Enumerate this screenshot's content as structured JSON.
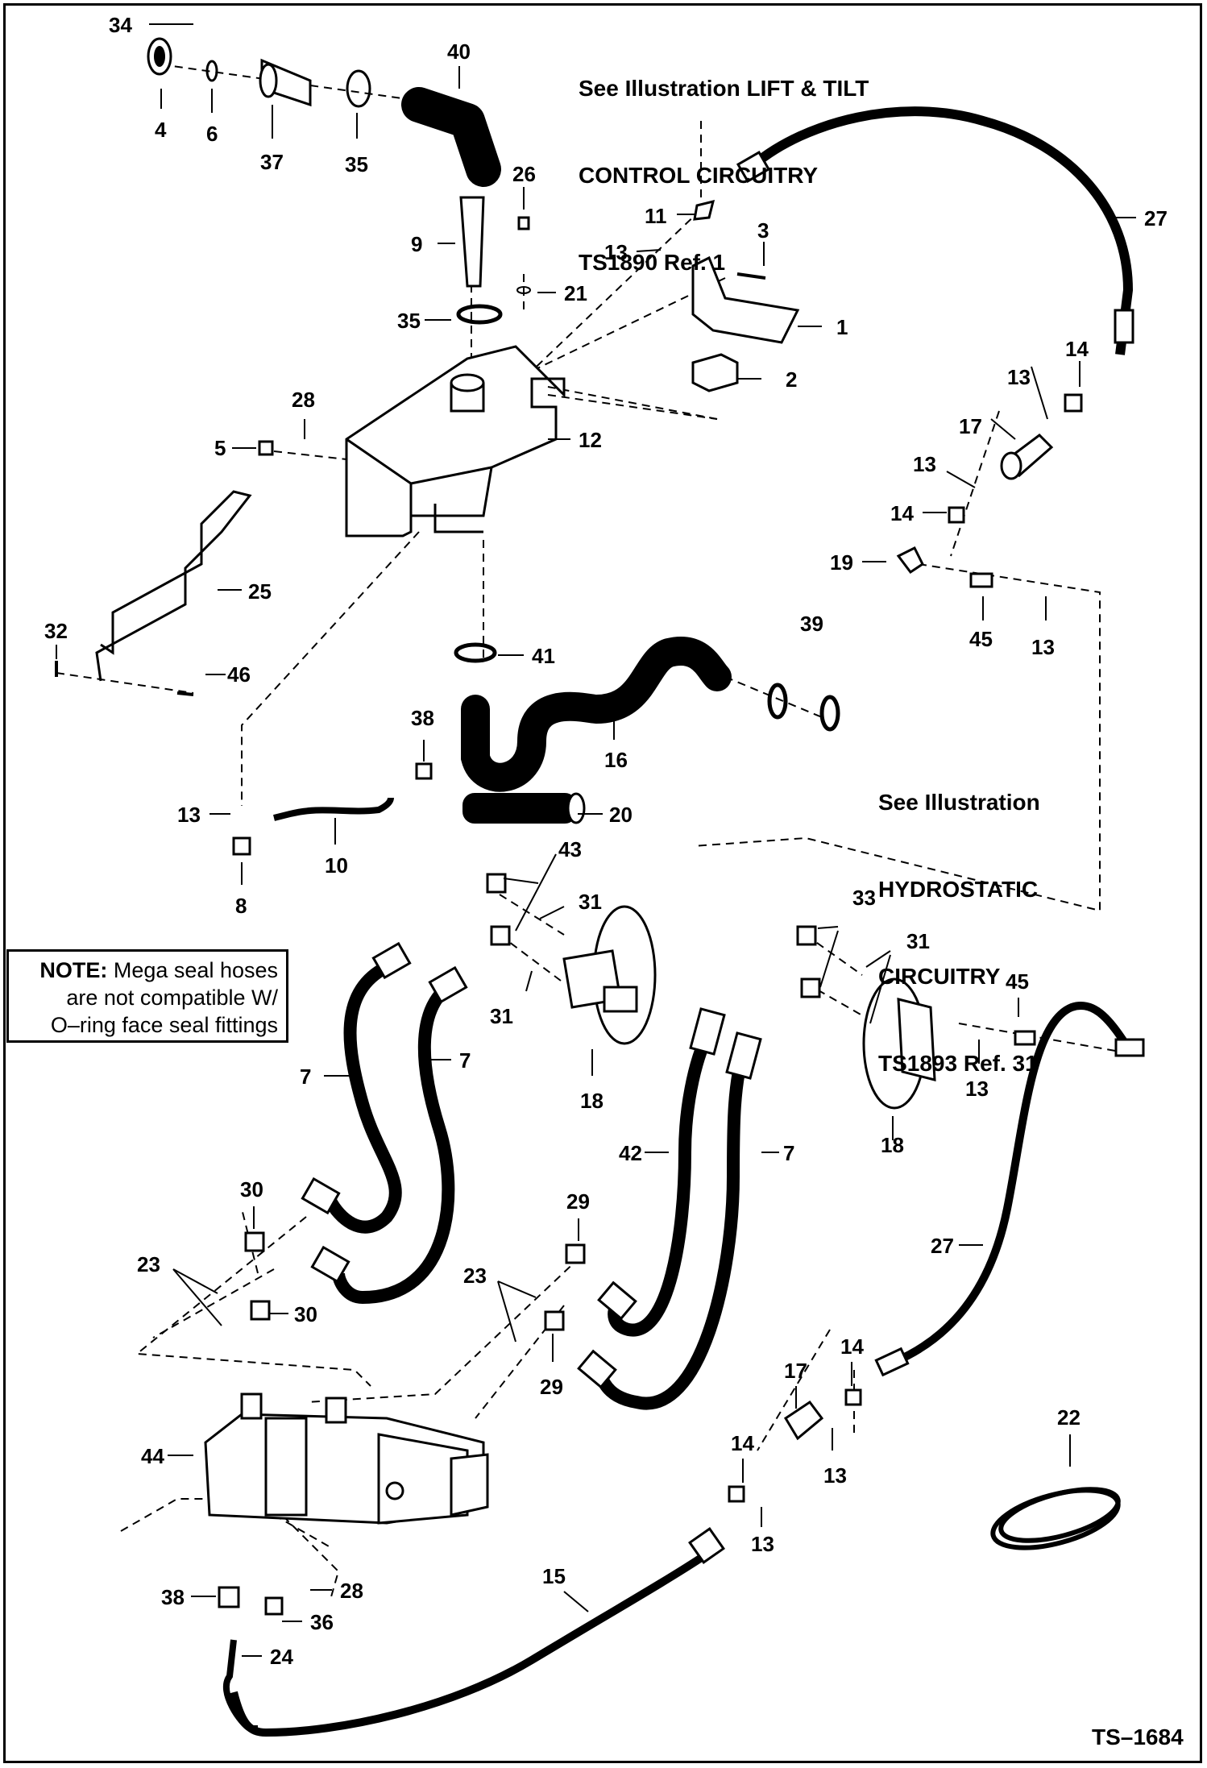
{
  "references": {
    "lift_tilt": [
      "See Illustration LIFT & TILT",
      "CONTROL CIRCUITRY",
      "TS1890 Ref. 1"
    ],
    "hydrostatic": [
      "See Illustration",
      "HYDROSTATIC",
      "CIRCUITRY",
      "TS1893 Ref. 31"
    ]
  },
  "note": {
    "prefix": "NOTE:",
    "line1": "Mega seal hoses",
    "line2": "are not compatible W/",
    "line3": "O–ring face seal fittings"
  },
  "drawing_number": "TS–1684",
  "callouts": {
    "c34": "34",
    "c4": "4",
    "c6": "6",
    "c37": "37",
    "c35a": "35",
    "c40": "40",
    "c26": "26",
    "c9": "9",
    "c21": "21",
    "c35b": "35",
    "c11": "11",
    "c13a": "13",
    "c3": "3",
    "c1": "1",
    "c2": "2",
    "c27a": "27",
    "c14a": "14",
    "c13b": "13",
    "c17a": "17",
    "c13c": "13",
    "c14b": "14",
    "c19": "19",
    "c45a": "45",
    "c13d": "13",
    "c28a": "28",
    "c5": "5",
    "c12": "12",
    "c25": "25",
    "c32": "32",
    "c46": "46",
    "c41": "41",
    "c39": "39",
    "c38a": "38",
    "c16": "16",
    "c20": "20",
    "c13e": "13",
    "c10": "10",
    "c8": "8",
    "c43": "43",
    "c31a": "31",
    "c31b": "31",
    "c18a": "18",
    "c33": "33",
    "c31c": "31",
    "c45b": "45",
    "c13f": "13",
    "c18b": "18",
    "c7a": "7",
    "c7b": "7",
    "c42": "42",
    "c7c": "7",
    "c30a": "30",
    "c30b": "30",
    "c23a": "23",
    "c23b": "23",
    "c29a": "29",
    "c29b": "29",
    "c27b": "27",
    "c14c": "14",
    "c17b": "17",
    "c13g": "13",
    "c14d": "14",
    "c13h": "13",
    "c22": "22",
    "c44": "44",
    "c15": "15",
    "c38b": "38",
    "c28b": "28",
    "c36": "36",
    "c24": "24"
  }
}
